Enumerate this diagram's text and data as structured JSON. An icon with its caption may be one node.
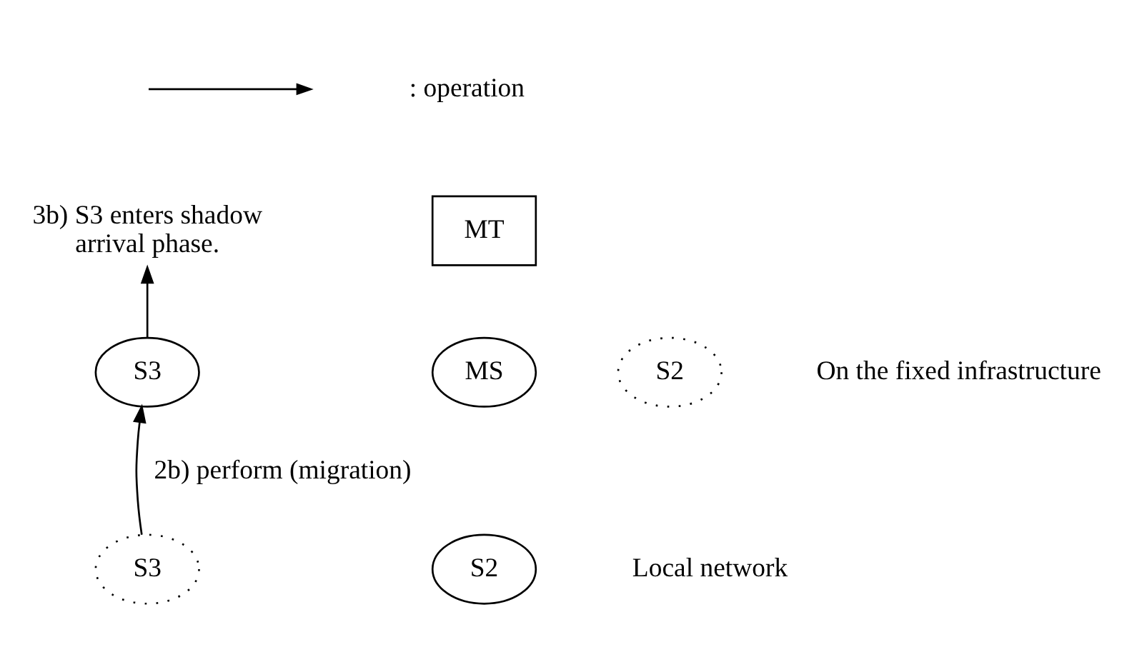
{
  "diagram": {
    "nodes": [
      {
        "text": [
          "3b) S3 enters shadow arrival phase."
        ]
      },
      {
        "text": [
          "MT"
        ]
      },
      {
        "text": [
          "MS"
        ]
      },
      {
        "text": [
          "S2"
        ]
      },
      {
        "text": [
          "S3"
        ]
      },
      {
        "text": [
          "S3"
        ]
      },
      {
        "text": [
          "S2"
        ]
      }
    ],
    "edges": [
      {
        "from": 5,
        "to": 4,
        "arrow": "to",
        "label": "2b) perform (migration)"
      },
      {
        "from": 4,
        "to": 0,
        "arrow": "to"
      }
    ],
    "labels": [
      "On the fixed infrastructure",
      "Local network"
    ],
    "legend": [
      {
        "text": ": operation"
      }
    ]
  }
}
